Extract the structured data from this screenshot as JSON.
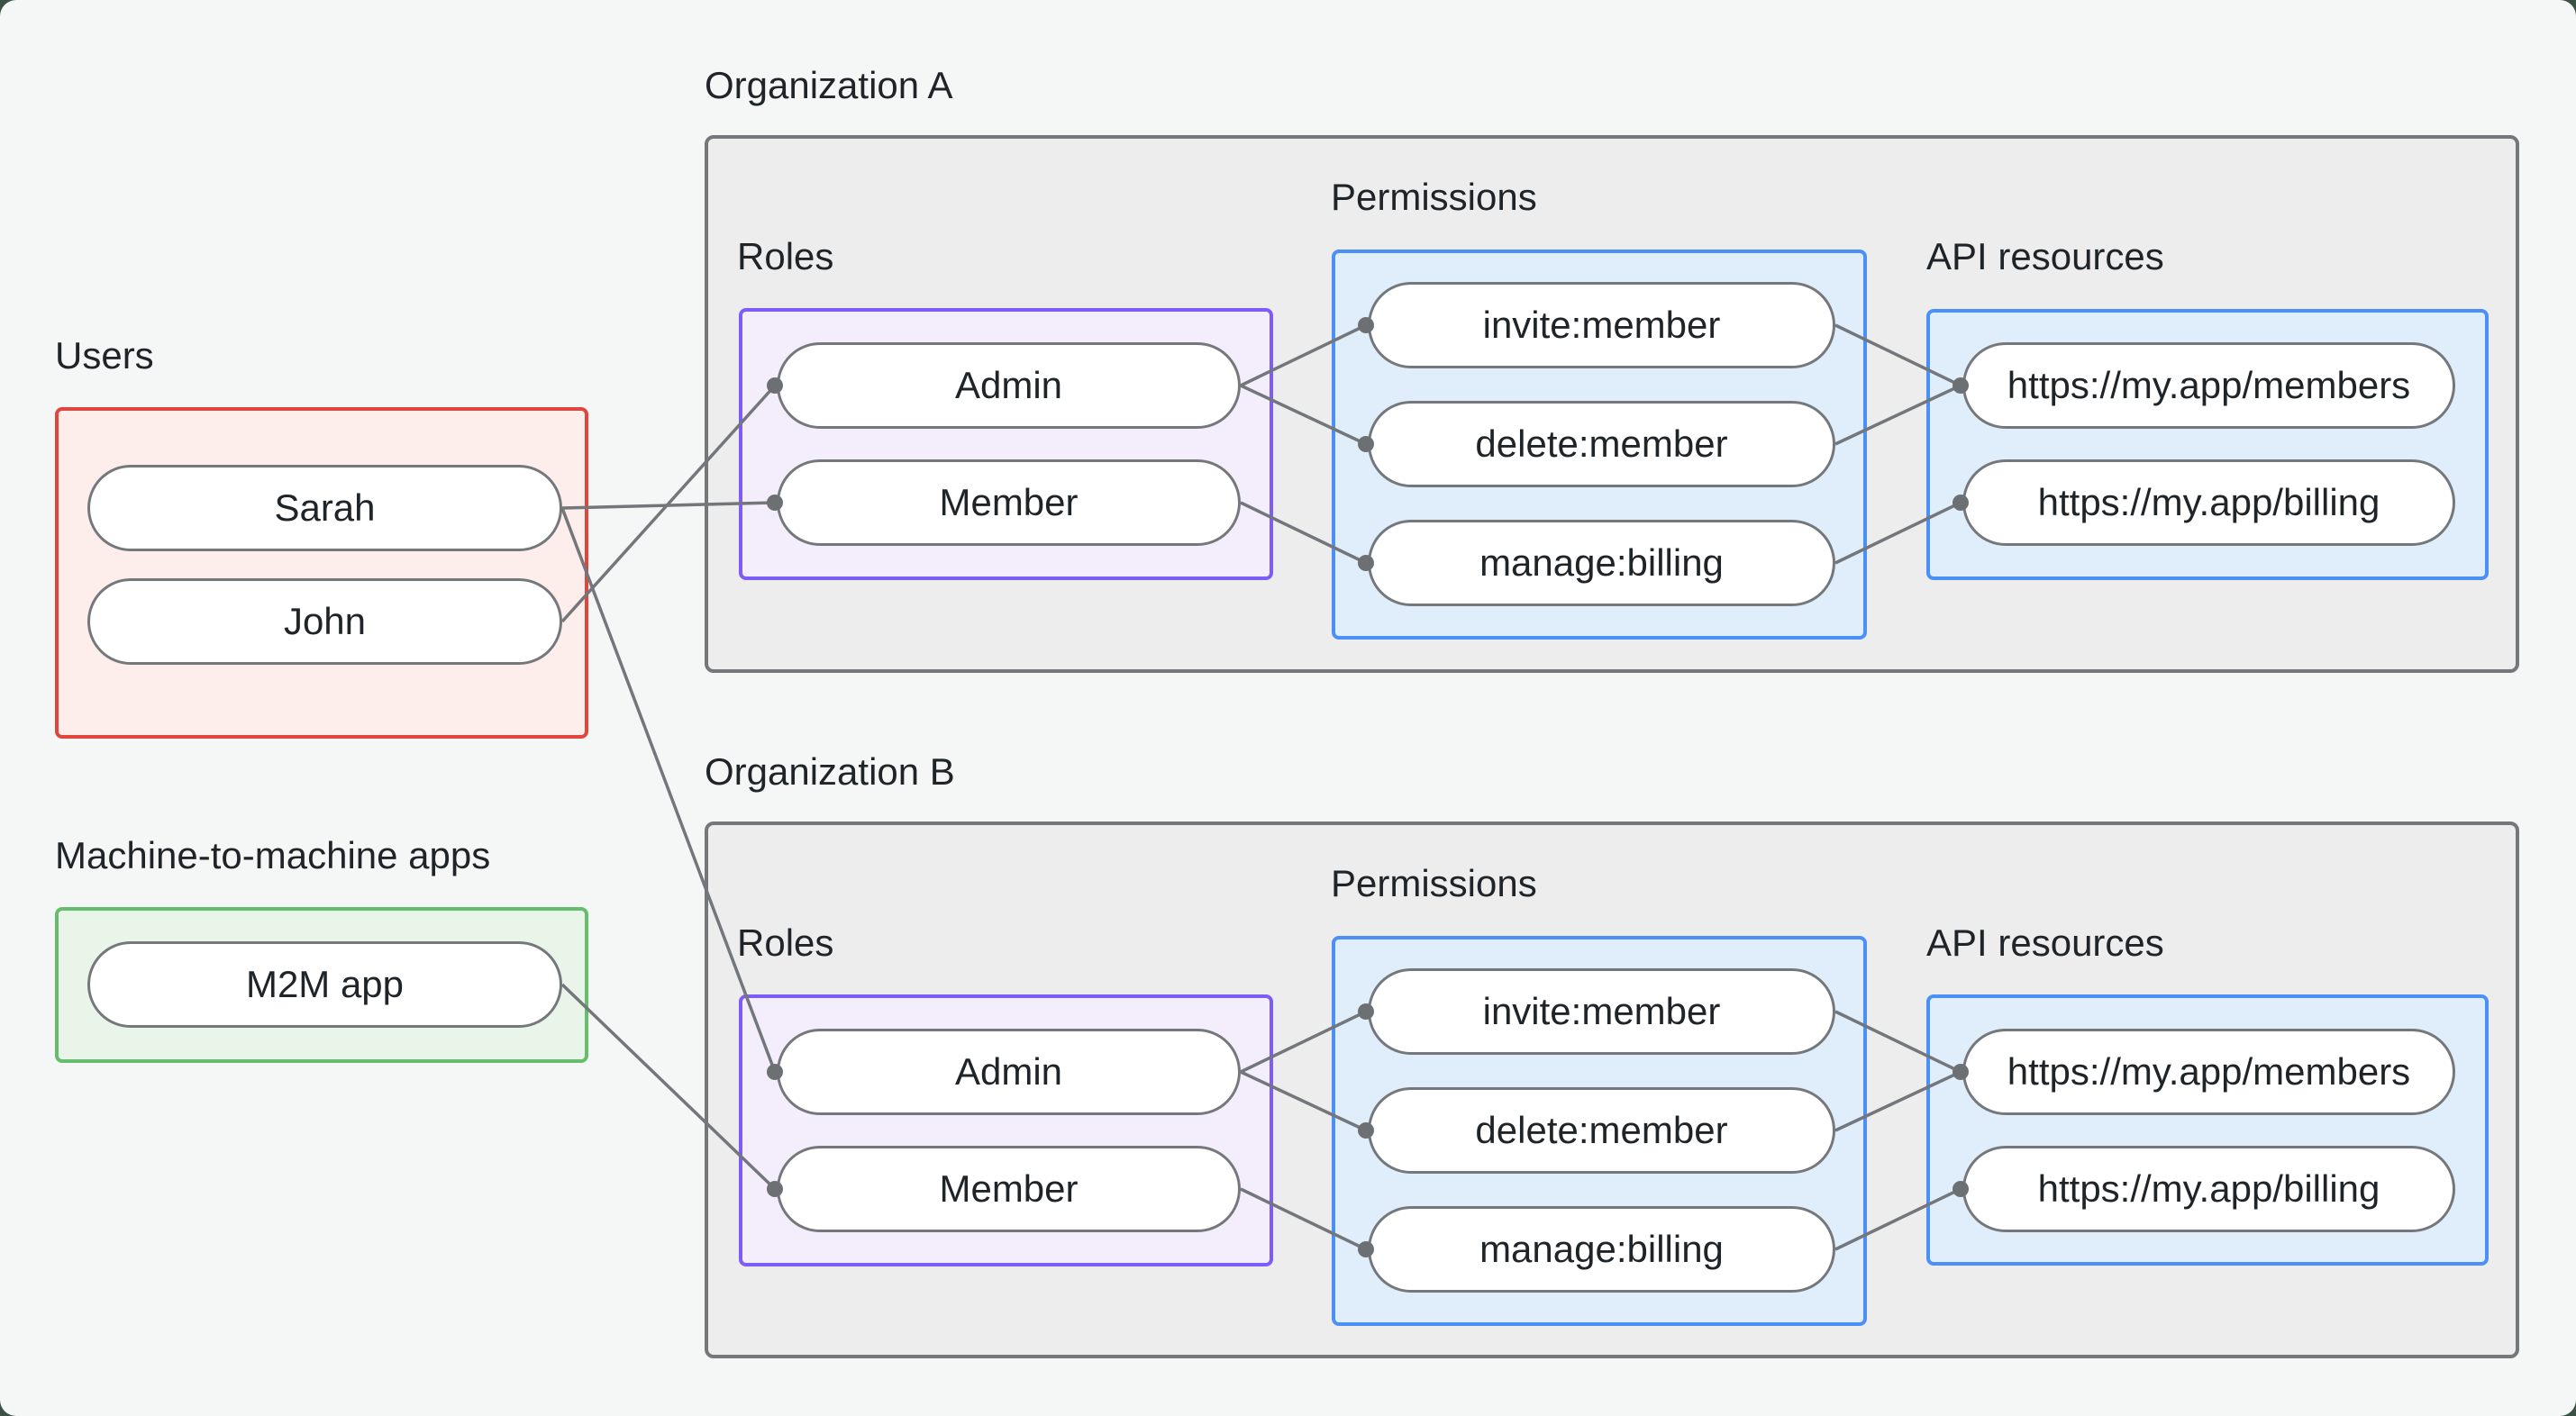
{
  "colors": {
    "bg": "#f5f7f6",
    "backdrop": "#3c5145",
    "text": "#1f2428",
    "org_fill": "#ededee",
    "org_border": "#74787b",
    "users_fill": "#fdeeec",
    "users_border": "#e0463e",
    "m2m_fill": "#e9f5e9",
    "m2m_border": "#66bd6d",
    "roles_fill": "#f4eefc",
    "roles_border": "#7d5cf7",
    "perm_fill": "#e0eefc",
    "perm_border": "#4b90f6",
    "node_border": "#75787b",
    "edge": "#73767a",
    "dot": "#6d7073"
  },
  "left": {
    "users_label": "Users",
    "users": [
      "Sarah",
      "John"
    ],
    "m2m_label": "Machine-to-machine apps",
    "m2m_apps": [
      "M2M app"
    ]
  },
  "organizations": [
    {
      "title": "Organization A",
      "roles_label": "Roles",
      "permissions_label": "Permissions",
      "api_label": "API resources",
      "roles": [
        "Admin",
        "Member"
      ],
      "permissions": [
        "invite:member",
        "delete:member",
        "manage:billing"
      ],
      "api_resources": [
        "https://my.app/members",
        "https://my.app/billing"
      ]
    },
    {
      "title": "Organization B",
      "roles_label": "Roles",
      "permissions_label": "Permissions",
      "api_label": "API resources",
      "roles": [
        "Admin",
        "Member"
      ],
      "permissions": [
        "invite:member",
        "delete:member",
        "manage:billing"
      ],
      "api_resources": [
        "https://my.app/members",
        "https://my.app/billing"
      ]
    }
  ],
  "edges": [
    {
      "from": "user.sarah",
      "to": "org0.role.member"
    },
    {
      "from": "user.john",
      "to": "org0.role.admin"
    },
    {
      "from": "user.sarah",
      "to": "org1.role.admin"
    },
    {
      "from": "m2m.app",
      "to": "org1.role.member"
    },
    {
      "from": "org0.role.admin",
      "to": "org0.perm.invite"
    },
    {
      "from": "org0.role.admin",
      "to": "org0.perm.delete"
    },
    {
      "from": "org0.role.member",
      "to": "org0.perm.manage"
    },
    {
      "from": "org0.perm.invite",
      "to": "org0.api.members"
    },
    {
      "from": "org0.perm.delete",
      "to": "org0.api.members"
    },
    {
      "from": "org0.perm.manage",
      "to": "org0.api.billing"
    },
    {
      "from": "org1.role.admin",
      "to": "org1.perm.invite"
    },
    {
      "from": "org1.role.admin",
      "to": "org1.perm.delete"
    },
    {
      "from": "org1.role.member",
      "to": "org1.perm.manage"
    },
    {
      "from": "org1.perm.invite",
      "to": "org1.api.members"
    },
    {
      "from": "org1.perm.delete",
      "to": "org1.api.members"
    },
    {
      "from": "org1.perm.manage",
      "to": "org1.api.billing"
    }
  ]
}
